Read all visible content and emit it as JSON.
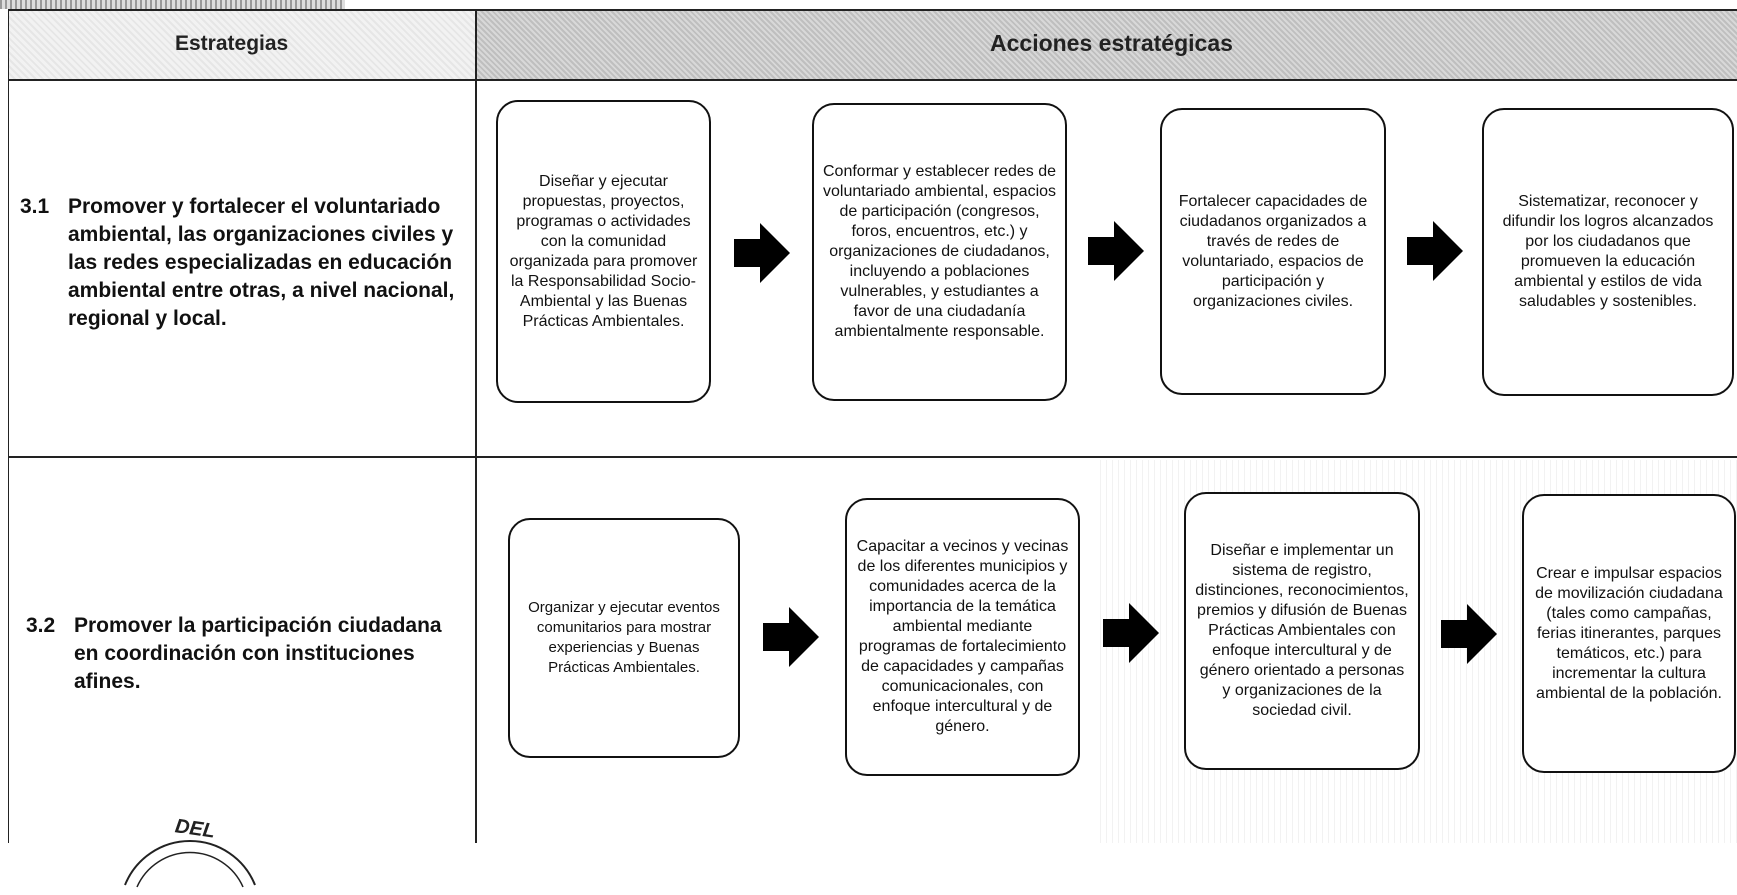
{
  "header": {
    "strategies": "Estrategias",
    "actions": "Acciones estratégicas"
  },
  "rows": [
    {
      "number": "3.1",
      "strategy": "Promover y fortalecer el voluntariado ambiental, las organizaciones civiles y las redes especializadas en educación ambiental entre otras, a nivel nacional, regional y local.",
      "actions": [
        "Diseñar y ejecutar propuestas, proyectos, programas o actividades con la comunidad organizada para promover la Responsabilidad Socio-Ambiental y las Buenas Prácticas Ambientales.",
        "Conformar y establecer redes de voluntariado ambiental, espacios de participación (congresos, foros, encuentros, etc.) y organizaciones de ciudadanos, incluyendo a poblaciones vulnerables, y estudiantes a favor de una ciudadanía ambientalmente responsable.",
        "Fortalecer capacidades de ciudadanos organizados a través de redes de voluntariado, espacios de participación y organizaciones civiles.",
        "Sistematizar, reconocer y difundir los logros alcanzados por los ciudadanos que promueven la educación ambiental y estilos de vida saludables y sostenibles."
      ]
    },
    {
      "number": "3.2",
      "strategy": "Promover la participación ciudadana en coordinación con instituciones afines.",
      "actions": [
        "Organizar y ejecutar eventos comunitarios para mostrar experiencias y Buenas Prácticas Ambientales.",
        "Capacitar a vecinos y vecinas de los diferentes municipios y comunidades acerca de la importancia de la temática ambiental mediante programas de fortalecimiento de capacidades y campañas comunicacionales, con enfoque intercultural y de género.",
        "Diseñar e implementar un sistema de registro, distinciones, reconocimientos, premios y difusión de Buenas Prácticas Ambientales con enfoque intercultural y de género orientado a personas y organizaciones de la sociedad civil.",
        "Crear e impulsar espacios de movilización ciudadana (tales como campañas, ferias itinerantes, parques temáticos, etc.) para incrementar la cultura ambiental de la población."
      ]
    }
  ],
  "seal": {
    "text": "DEL"
  }
}
